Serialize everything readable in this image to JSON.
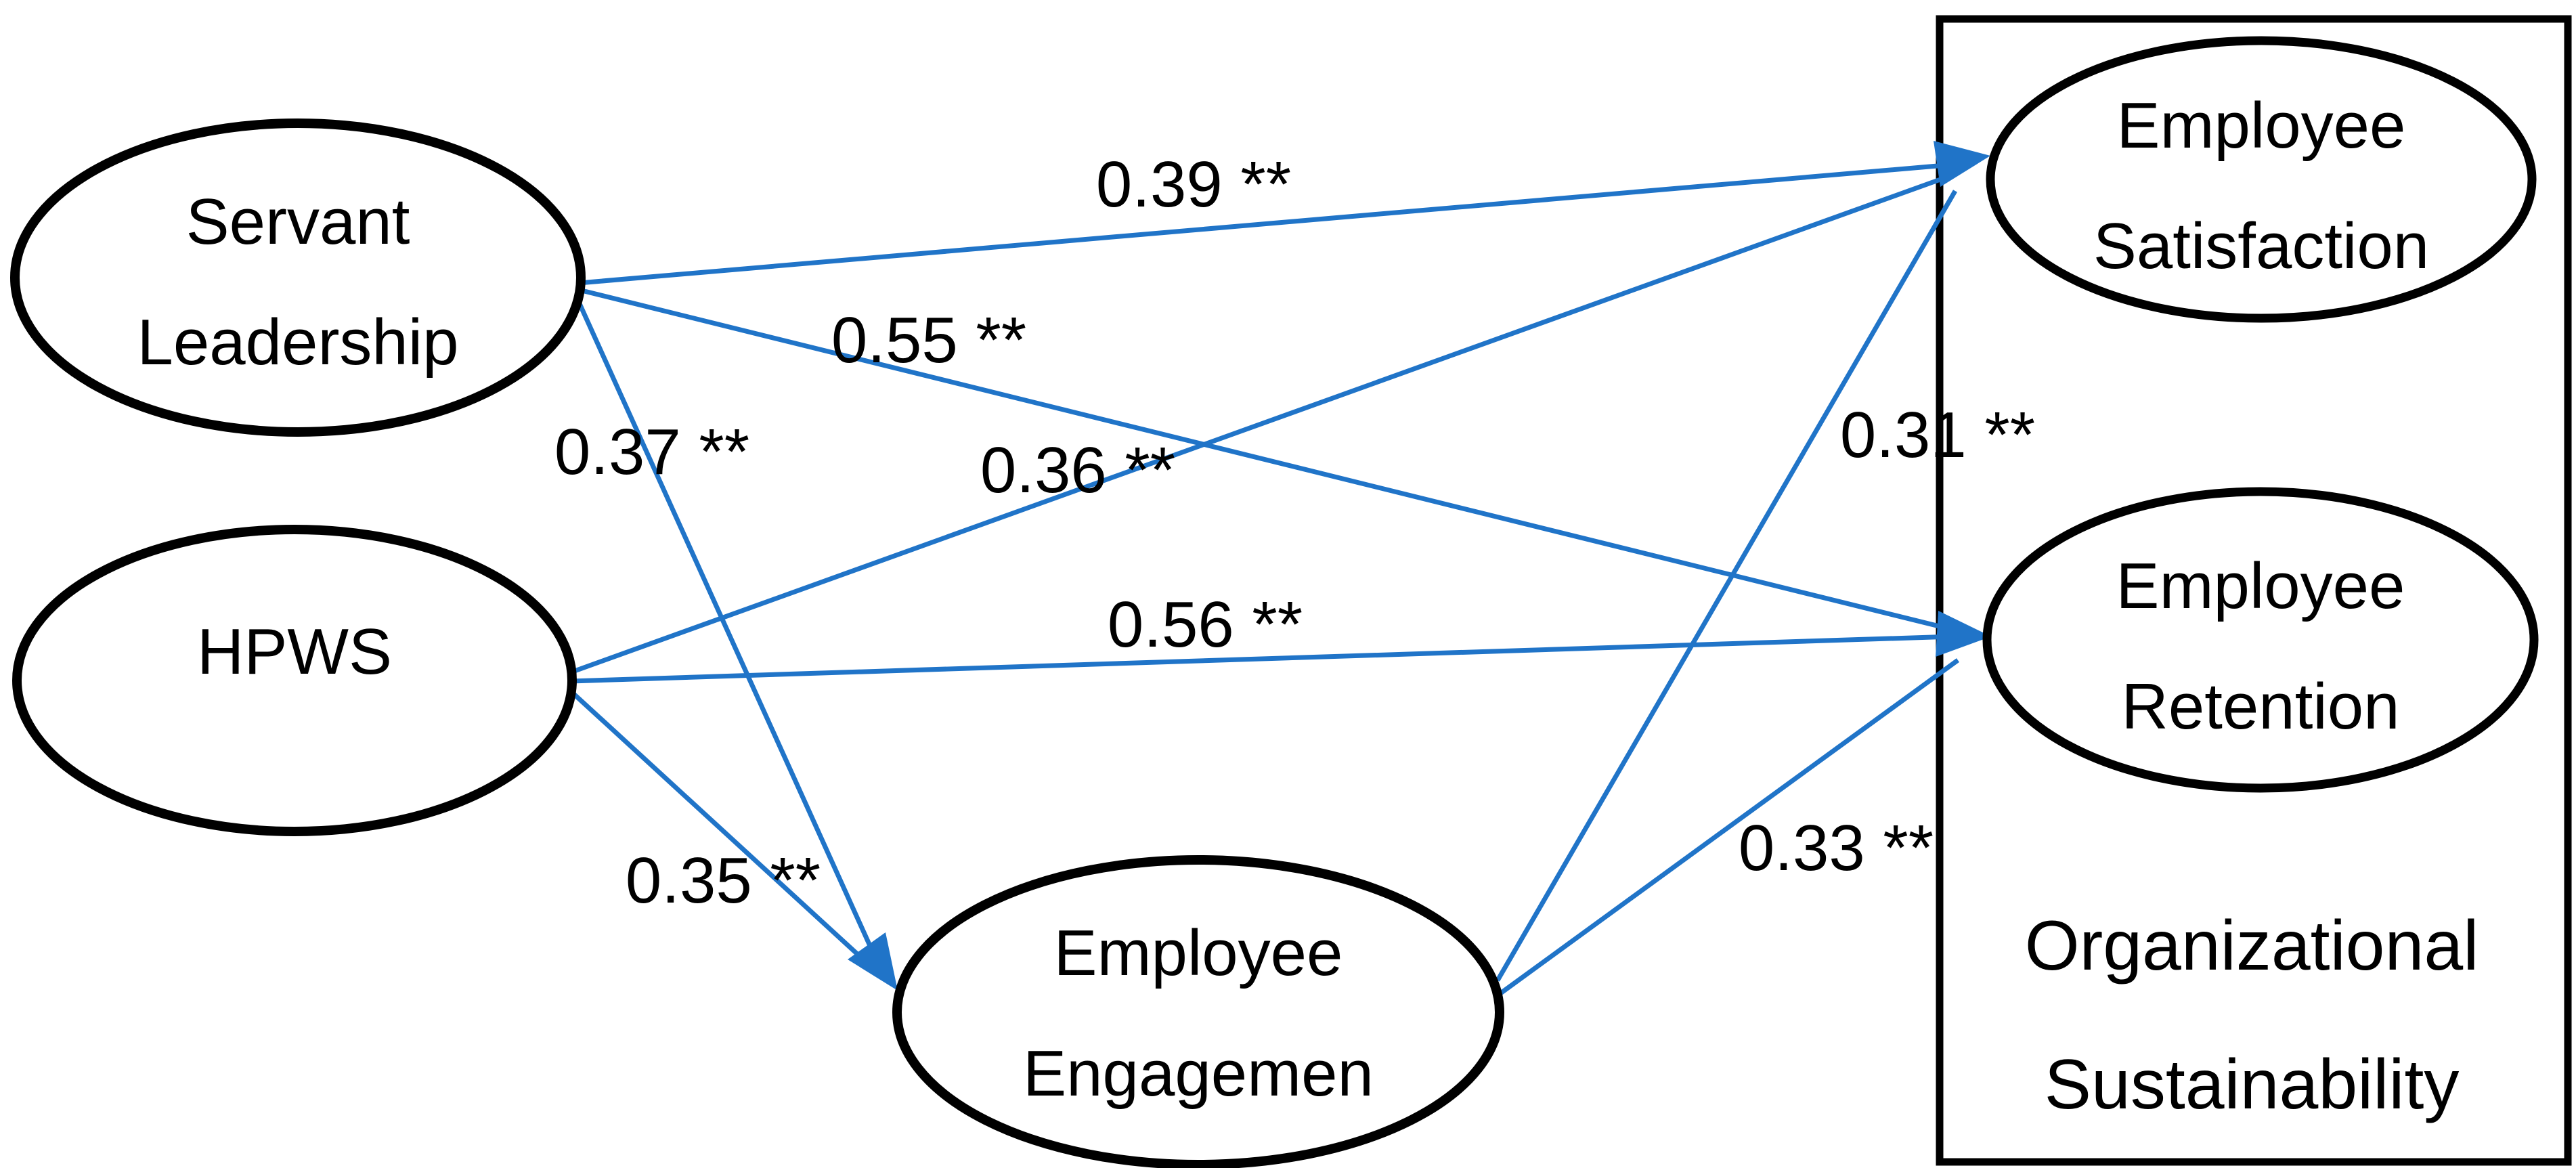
{
  "diagram_type": "structural path model",
  "nodes": {
    "servant_leadership": {
      "line1": "Servant",
      "line2": "Leadership"
    },
    "hpws": {
      "label": "HPWS"
    },
    "employee_engagement": {
      "line1": "Employee",
      "line2": "Engagemen"
    },
    "employee_satisfaction": {
      "line1": "Employee",
      "line2": "Satisfaction"
    },
    "employee_retention": {
      "line1": "Employee",
      "line2": "Retention"
    },
    "organizational_sustainability": {
      "line1": "Organizational",
      "line2": "Sustainability"
    }
  },
  "paths": [
    {
      "from": "Servant Leadership",
      "to": "Employee Satisfaction",
      "coefficient": "0.39 **"
    },
    {
      "from": "Servant Leadership",
      "to": "Employee Retention",
      "coefficient": "0.55 **"
    },
    {
      "from": "Servant Leadership",
      "to": "Employee Engagemen",
      "coefficient": "0.37 **"
    },
    {
      "from": "HPWS",
      "to": "Employee Satisfaction",
      "coefficient": "0.36 **"
    },
    {
      "from": "HPWS",
      "to": "Employee Retention",
      "coefficient": "0.56 **"
    },
    {
      "from": "HPWS",
      "to": "Employee Engagemen",
      "coefficient": "0.35 **"
    },
    {
      "from": "Employee Engagemen",
      "to": "Employee Satisfaction",
      "coefficient": "0.31 **"
    },
    {
      "from": "Employee Engagemen",
      "to": "Employee Retention",
      "coefficient": "0.33 **"
    }
  ],
  "colors": {
    "arrow": "#2074C8",
    "outline": "#000000",
    "background": "#FFFFFF"
  }
}
